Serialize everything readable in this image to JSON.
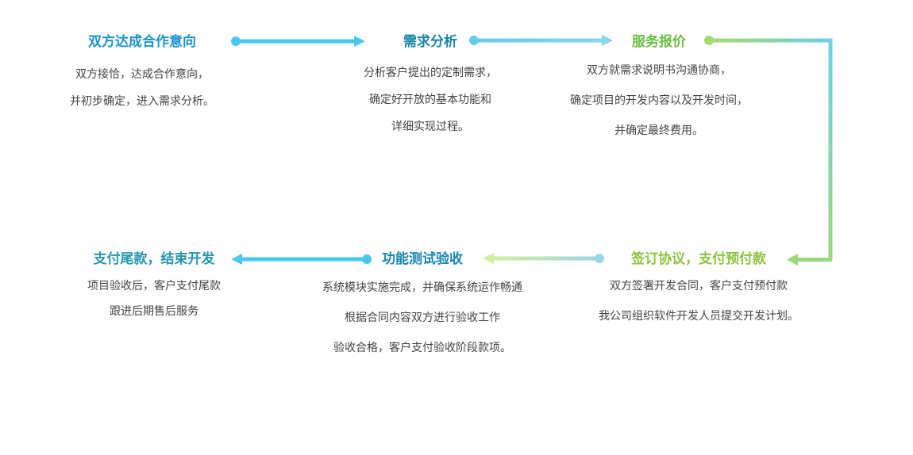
{
  "steps": [
    {
      "title": "双方达成合作意向",
      "lines": [
        "双方接恰，达成合作意向，",
        "并初步确定，进入需求分析。"
      ]
    },
    {
      "title": "需求分析",
      "lines": [
        "分析客户提出的定制需求，",
        "确定好开放的基本功能和",
        "详细实现过程。"
      ]
    },
    {
      "title": "服务报价",
      "lines": [
        "双方就需求说明书沟通协商，",
        "确定项目的开发内容以及开发时间，",
        "并确定最终费用。"
      ]
    },
    {
      "title": "签订协议，支付预付款",
      "lines": [
        "双方签署开发合同，客户支付预付款",
        "我公司组织软件开发人员提交开发计划。"
      ]
    },
    {
      "title": "功能测试验收",
      "lines": [
        "系统模块实施完成，并确保系统运作畅通",
        "根据合同内容双方进行验收工作",
        "验收合格，客户支付验收阶段款项。"
      ]
    },
    {
      "title": "支付尾款，结束开发",
      "lines": [
        "项目验收后，客户支付尾款",
        "跟进后期售后服务"
      ]
    }
  ],
  "colors": {
    "arrow_blue": "#48c8f0",
    "arrow_teal": "#72d3e8",
    "arrow_green": "#8ed37a",
    "arrow_lightgreen": "#c9ea93",
    "title_blue": "#1a93d1",
    "title_green": "#6cbf45"
  }
}
